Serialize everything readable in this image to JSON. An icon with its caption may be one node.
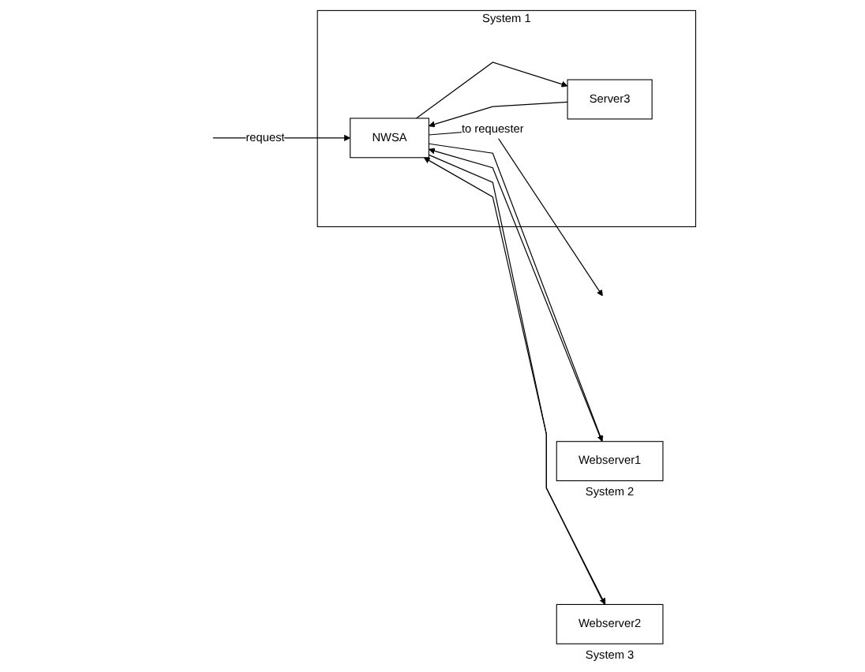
{
  "diagram": {
    "nodes": [
      {
        "text": [
          "System 1"
        ]
      },
      {
        "text": [
          "Server3"
        ],
        "in": 0
      },
      {
        "text": [
          "NWSA"
        ],
        "in": 0
      },
      {
        "text": [
          "Webserver1"
        ],
        "beside": [
          "System 2"
        ]
      },
      {
        "text": [
          "Webserver2"
        ],
        "beside": [
          "System 3"
        ]
      }
    ],
    "edges": [
      {
        "from": 1,
        "to": 2,
        "arrow": "to"
      },
      {
        "from": 2,
        "to": 1,
        "arrow": "to"
      },
      {
        "from": 2,
        "to": 3,
        "arrow": "to"
      },
      {
        "from": 3,
        "to": 2,
        "arrow": "to"
      },
      {
        "from": 2,
        "to": 4,
        "arrow": "to"
      },
      {
        "from": 4,
        "to": 2,
        "arrow": "to"
      },
      {
        "from": 2,
        "to": null,
        "arrow": "to",
        "label": "to requester"
      },
      {
        "from": null,
        "to": 2,
        "arrow": "to",
        "label": "request"
      }
    ]
  }
}
